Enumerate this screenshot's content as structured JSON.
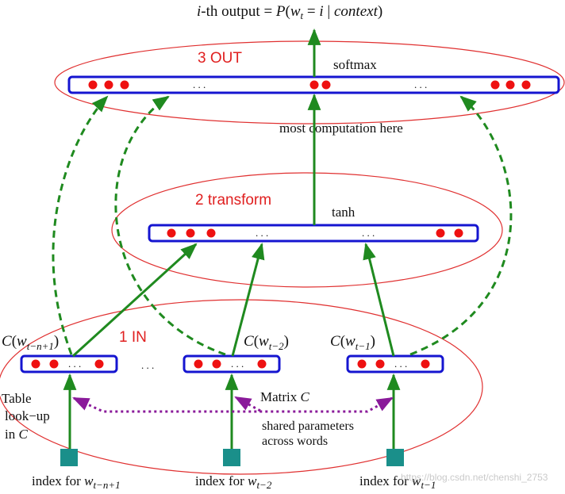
{
  "title": {
    "prefix_i": "i",
    "prefix_rest": "-th output = ",
    "P": "P",
    "open": "(",
    "w": "w",
    "t": "t",
    "eq": " = ",
    "i": "i",
    "bar": " | ",
    "context": "context",
    "close": ")"
  },
  "layers": {
    "out": "3 OUT",
    "transform": "2 transform",
    "in": "1 IN"
  },
  "labels": {
    "softmax": "softmax",
    "most_computation": "most  computation here",
    "tanh": "tanh",
    "table_lookup_line1": "Table",
    "table_lookup_line2": "look−up",
    "table_lookup_line3_pre": "in ",
    "table_lookup_line3_C": "C",
    "matrix": "Matrix ",
    "matrix_C": "C",
    "shared_line1": "shared parameters",
    "shared_line2": "across words",
    "ellipsis": ". . ."
  },
  "inputs": [
    {
      "C": "C",
      "open": "(",
      "w": "w",
      "sub": "t−n+1",
      "close": ")",
      "index_label": "index for ",
      "index_w": "w",
      "index_sub": "t−n+1"
    },
    {
      "C": "C",
      "open": "(",
      "w": "w",
      "sub": "t−2",
      "close": ")",
      "index_label": "index for ",
      "index_w": "w",
      "index_sub": "t−2"
    },
    {
      "C": "C",
      "open": "(",
      "w": "w",
      "sub": "t−1",
      "close": ")",
      "index_label": "index for ",
      "index_w": "w",
      "index_sub": "t−1"
    }
  ],
  "watermark": "https://blog.csdn.net/chenshi_2753",
  "colors": {
    "layer_box": "#1515d0",
    "neuron": "#ee1111",
    "ellipse": "#e03030",
    "layer_text": "#e02020",
    "arrow_green": "#1f8a1f",
    "dashed_green": "#1f8a1f",
    "purple": "#8a1a9a",
    "index_square": "#1a8f8a"
  }
}
